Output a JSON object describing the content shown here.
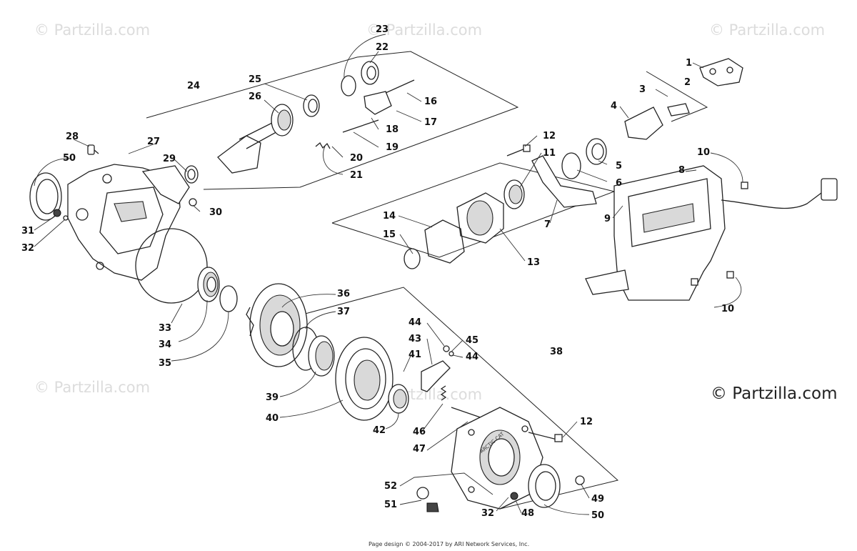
{
  "watermarks": {
    "tl": "© Partzilla.com",
    "tc": "© Partzilla.com",
    "tr": "© Partzilla.com",
    "ml": "© Partzilla.com",
    "mc": "© Partzilla.com",
    "brand": "© Partzilla.com"
  },
  "credit": "Page design © 2004-2017 by ARI Network Services, Inc.",
  "callouts": [
    "1",
    "2",
    "3",
    "4",
    "5",
    "6",
    "7",
    "8",
    "9",
    "10",
    "10",
    "11",
    "12",
    "12",
    "13",
    "14",
    "15",
    "16",
    "17",
    "18",
    "19",
    "20",
    "21",
    "22",
    "23",
    "24",
    "25",
    "26",
    "27",
    "28",
    "29",
    "30",
    "31",
    "32",
    "32",
    "33",
    "34",
    "35",
    "36",
    "37",
    "38",
    "39",
    "40",
    "41",
    "42",
    "43",
    "44",
    "44",
    "45",
    "46",
    "47",
    "48",
    "49",
    "50",
    "50",
    "51",
    "52"
  ],
  "connector_label": "ARCTIC CAT"
}
